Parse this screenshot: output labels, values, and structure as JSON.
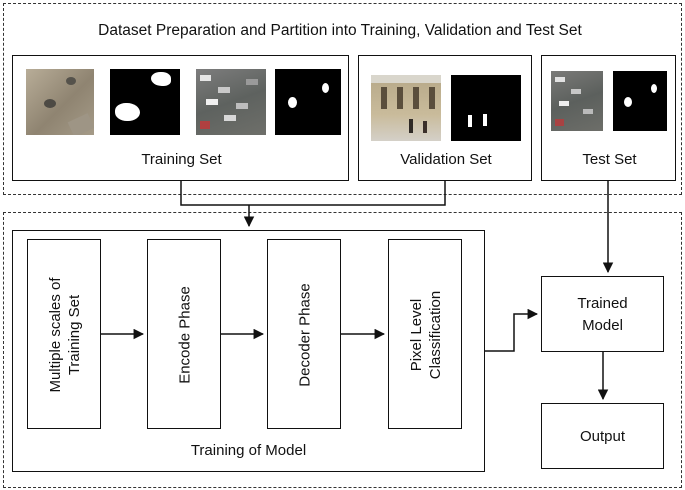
{
  "header": {
    "title": "Dataset Preparation and Partition into Training, Validation and Test Set"
  },
  "sets": {
    "training": {
      "label": "Training Set"
    },
    "validation": {
      "label": "Validation Set"
    },
    "test": {
      "label": "Test Set"
    }
  },
  "training": {
    "group_label": "Training of Model",
    "steps": [
      {
        "label_line1": "Multiple scales of",
        "label_line2": "Training Set"
      },
      {
        "label_line1": "Encode Phase"
      },
      {
        "label_line1": "Decoder Phase"
      },
      {
        "label_line1": "Pixel Level",
        "label_line2": "Classification"
      }
    ]
  },
  "trained_model": {
    "line1": "Trained",
    "line2": "Model"
  },
  "output": {
    "label": "Output"
  }
}
